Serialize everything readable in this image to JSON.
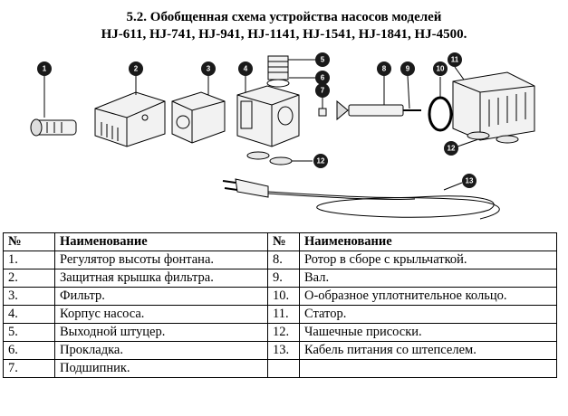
{
  "title": {
    "line1": "5.2. Обобщенная схема устройства насосов моделей",
    "line2": "HJ-611, HJ-741, HJ-941, HJ-1141, HJ-1541, HJ-1841, HJ-4500."
  },
  "diagram": {
    "callouts": [
      "1",
      "2",
      "3",
      "4",
      "5",
      "6",
      "7",
      "8",
      "9",
      "10",
      "11",
      "12",
      "12",
      "13"
    ],
    "colors": {
      "callout_fill": "#1a1a1a",
      "line": "#000000",
      "body_fill": "#f2f2f2"
    }
  },
  "table": {
    "headers": {
      "num_left": "№",
      "name_left": "Наименование",
      "num_right": "№",
      "name_right": "Наименование"
    },
    "rows": [
      {
        "n1": "1.",
        "t1": "Регулятор высоты фонтана.",
        "n2": "8.",
        "t2": "Ротор в сборе с крыльчаткой."
      },
      {
        "n1": "2.",
        "t1": "Защитная крышка фильтра.",
        "n2": "9.",
        "t2": "Вал."
      },
      {
        "n1": "3.",
        "t1": "Фильтр.",
        "n2": "10.",
        "t2": "О-образное уплотнительное кольцо."
      },
      {
        "n1": "4.",
        "t1": "Корпус насоса.",
        "n2": "11.",
        "t2": "Статор."
      },
      {
        "n1": "5.",
        "t1": "Выходной штуцер.",
        "n2": "12.",
        "t2": "Чашечные присоски."
      },
      {
        "n1": "6.",
        "t1": "Прокладка.",
        "n2": "13.",
        "t2": "Кабель питания со штепселем."
      },
      {
        "n1": "7.",
        "t1": "Подшипник.",
        "n2": "",
        "t2": ""
      }
    ]
  }
}
